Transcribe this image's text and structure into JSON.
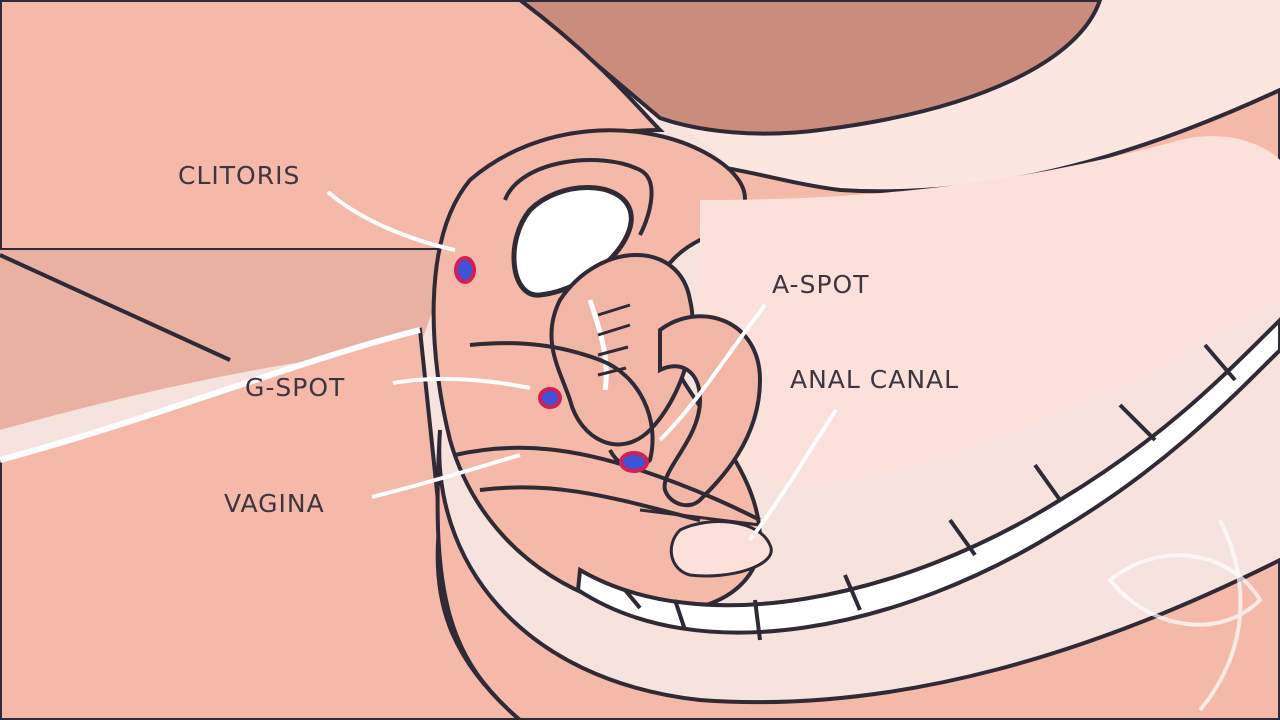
{
  "labels": {
    "clitoris": "CLITORIS",
    "a_spot": "A-SPOT",
    "g_spot": "G-SPOT",
    "anal_canal": "ANAL CANAL",
    "vagina": "VAGINA"
  },
  "colors": {
    "skin": "#f4b9a8",
    "skin_dark": "#c88b7c",
    "inner_light": "#fbe1da",
    "tissue": "#f2b6a6",
    "outline": "#2f2a35",
    "bone": "#ffffff",
    "spot_fill": "#3f53d8",
    "spot_ring": "#d21f55",
    "leader_line": "#ffffff"
  },
  "icons": [
    "spot-marker-icon",
    "spine-bone-icon",
    "watermark-leaf-icon"
  ]
}
